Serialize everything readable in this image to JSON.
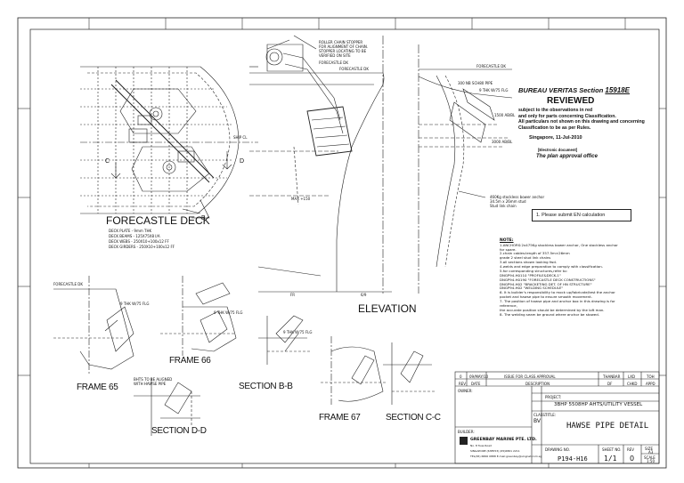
{
  "views": {
    "forecastle_deck": "FORECASTLE DECK",
    "elevation": "ELEVATION",
    "frame_65": "FRAME 65",
    "frame_66": "FRAME 66",
    "frame_67": "FRAME 67",
    "section_bb": "SECTION B-B",
    "section_cc": "SECTION C-C",
    "section_dd": "SECTION D-D"
  },
  "deck_notes": [
    "DECK PLATE - 9mm THK",
    "DECK BEAMS - 125X75X8 I/A",
    "DECK WEBS - 250X10+100x12 FF",
    "DECK GIRDERS - 250X10+100x12 FF"
  ],
  "callouts": {
    "forecastle_dk": "FORECASTLE DK",
    "forecastle_dk2": "FORECASTLE DK",
    "ship_cl": "SHIP CL",
    "anchor_note": [
      "460Kg stockless bower anchor",
      "34.5m x 26mm stud",
      "Stud link chain"
    ],
    "chain_note": [
      "ROLLER CHAIN STOPPER",
      "FOR ALIGNMENT OF CHAIN.",
      "STOPPER LOCATING TO BE",
      "VERIFIED ON SITE",
      "FORECASTLE DK"
    ],
    "align_note": [
      "BHTS TO BE ALIGNED",
      "WITH HAWSE PIPE"
    ],
    "pipe": "300 NB SCH80 PIPE",
    "flg": "9 THK W/75 FLG",
    "mark_d": "D",
    "mark_c": "C",
    "mark_b": "B"
  },
  "bv_stamp": {
    "line1": "BUREAU VERITAS Section",
    "section_no": "15918E",
    "status": "REVIEWED",
    "conditions": [
      "subject to the observations in red",
      "and only for parts concerning Classification.",
      "All particulars not shown on this drawing and concerning",
      "Classification to be as per Rules."
    ],
    "place_date": "Singapore, 11-Jul-2010",
    "electronic": "[Electronic document]",
    "office": "The plan approval office"
  },
  "red_note": "1. Please submit EN calculation",
  "notes": {
    "title": "NOTE:",
    "items": [
      "1.ANCHORS:2x475Kg stockless bower anchor, One stockless anchor",
      "   for spare.",
      "2.chain cables:length of 357.5m×26mm",
      "   grade 2 steel stud link chains",
      "3.all sections shown looking fwd.",
      "4.welds and edge preparation to comply with classification.",
      "5.for corresponding structures,refer to:",
      "   DNGP94-H0110 \"PROFILE&DECK-1\"",
      "   DNGP94-H0190 \"FORECASTLE DECK CONSTRUCTIONS\"",
      "   DNGP94-H02 \"BRACKETING DET. OF HN STRUCTURE\"",
      "   DNGP94-H02 \"WELDING SCHEDULE\"",
      "6. It is builder's responsibility to mock up/fabricate/test the anchor",
      "   pocket and hawse pipe to ensure smooth movement.",
      "7. The position of hawse pipe and anchor box in this drawing is for reference,",
      "   the accurate position should be determined by the loft man.",
      "8. The welding seam be ground where anchor be stowed."
    ]
  },
  "title_block": {
    "rev_row": [
      "0",
      "09/MAY/10",
      "ISSUE FOR CLASS APPROVAL",
      "THANBAR",
      "LXD",
      "TOH"
    ],
    "header_row": [
      "REV",
      "DATE",
      "DESCRIPTION",
      "DF",
      "CHKD",
      "APPD"
    ],
    "owner": "OWNER:",
    "class_label": "CLASS:",
    "class_value": "BV",
    "project_label": "PROJECT:",
    "project": "3BHP 5508HP AHTS/UTILITY VESSEL",
    "title_label": "TITLE:",
    "title": "HAWSE PIPE DETAIL",
    "builder_label": "BUILDER:",
    "company": "GREENBAY MARINE PTE. LTD.",
    "address": [
      "No. 8 Tuas Road",
      "SINGAPORE (638553) (65)6861 2211",
      "TEL(65) 6866 0888 E-mail:greenbay@singnet.com.sg"
    ],
    "drawing_no_label": "DRAWING NO.",
    "drawing_no": "P194-H16",
    "sheet_label": "SHEET NO.",
    "sheet": "1/1",
    "rev_label": "REV",
    "rev": "0",
    "size_label": "SIZE",
    "size": "A3",
    "scale_label": "SCALE",
    "scale": "1:50"
  },
  "dims": {
    "e1": "FORECASTLE DK",
    "e2": "1500 AB/BL",
    "e3": "3000 AB/BL",
    "e4": "MAX +150",
    "e5": "FR",
    "e6": "6/9"
  }
}
